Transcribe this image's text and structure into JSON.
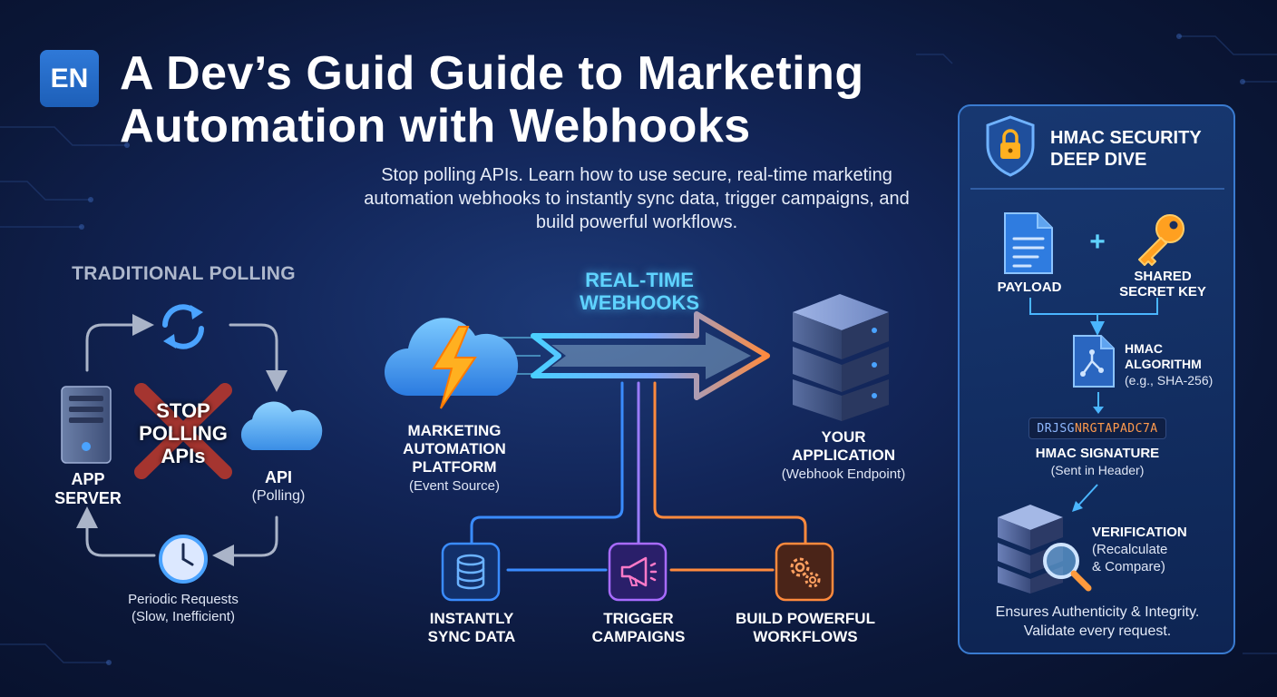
{
  "language_badge": "EN",
  "title": {
    "line1": "A Dev’s Guid Guide to Marketing",
    "line2": "Automation with Webhooks"
  },
  "subtitle": "Stop polling APIs. Learn how to use secure, real-time marketing automation webhooks to instantly sync data, trigger campaigns, and build powerful workflows.",
  "polling": {
    "title": "TRADITIONAL POLLING",
    "stop_line1": "STOP",
    "stop_line2": "POLLING",
    "stop_line3": "APIs",
    "app_server_line1": "APP",
    "app_server_line2": "SERVER",
    "api_label": "API",
    "api_sub": "(Polling)",
    "periodic_line1": "Periodic Requests",
    "periodic_line2": "(Slow, Inefficient)"
  },
  "realtime": {
    "title_line1": "REAL-TIME",
    "title_line2": "WEBHOOKS",
    "source_line1": "MARKETING",
    "source_line2": "AUTOMATION",
    "source_line3": "PLATFORM",
    "source_sub": "(Event Source)",
    "app_line1": "YOUR",
    "app_line2": "APPLICATION",
    "app_sub": "(Webhook Endpoint)",
    "outcomes": [
      {
        "line1": "INSTANTLY",
        "line2": "SYNC DATA",
        "icon": "database-icon",
        "color": "#3a8cff"
      },
      {
        "line1": "TRIGGER",
        "line2": "CAMPAIGNS",
        "icon": "megaphone-icon",
        "color": "#a86bff"
      },
      {
        "line1": "BUILD POWERFUL",
        "line2": "WORKFLOWS",
        "icon": "gears-icon",
        "color": "#ff8a3d"
      }
    ]
  },
  "hmac": {
    "title_line1": "HMAC SECURITY",
    "title_line2": "DEEP DIVE",
    "payload": "PAYLOAD",
    "plus": "+",
    "secret_line1": "SHARED",
    "secret_line2": "SECRET KEY",
    "algo_line1": "HMAC",
    "algo_line2": "ALGORITHM",
    "algo_sub": "(e.g., SHA-256)",
    "signature_part1": "DRJSG",
    "signature_part2": "NRGTAPADC7A",
    "signature_label": "HMAC SIGNATURE",
    "signature_sub": "(Sent in Header)",
    "verify_label": "VERIFICATION",
    "verify_sub1": "(Recalculate",
    "verify_sub2": "& Compare)",
    "note_line1": "Ensures Authenticity & Integrity.",
    "note_line2": "Validate every request."
  },
  "colors": {
    "accent_cyan": "#5fd3ff",
    "accent_orange": "#ff8a3d",
    "panel_border": "#3a7bd0",
    "stop_red": "#c0392b"
  }
}
